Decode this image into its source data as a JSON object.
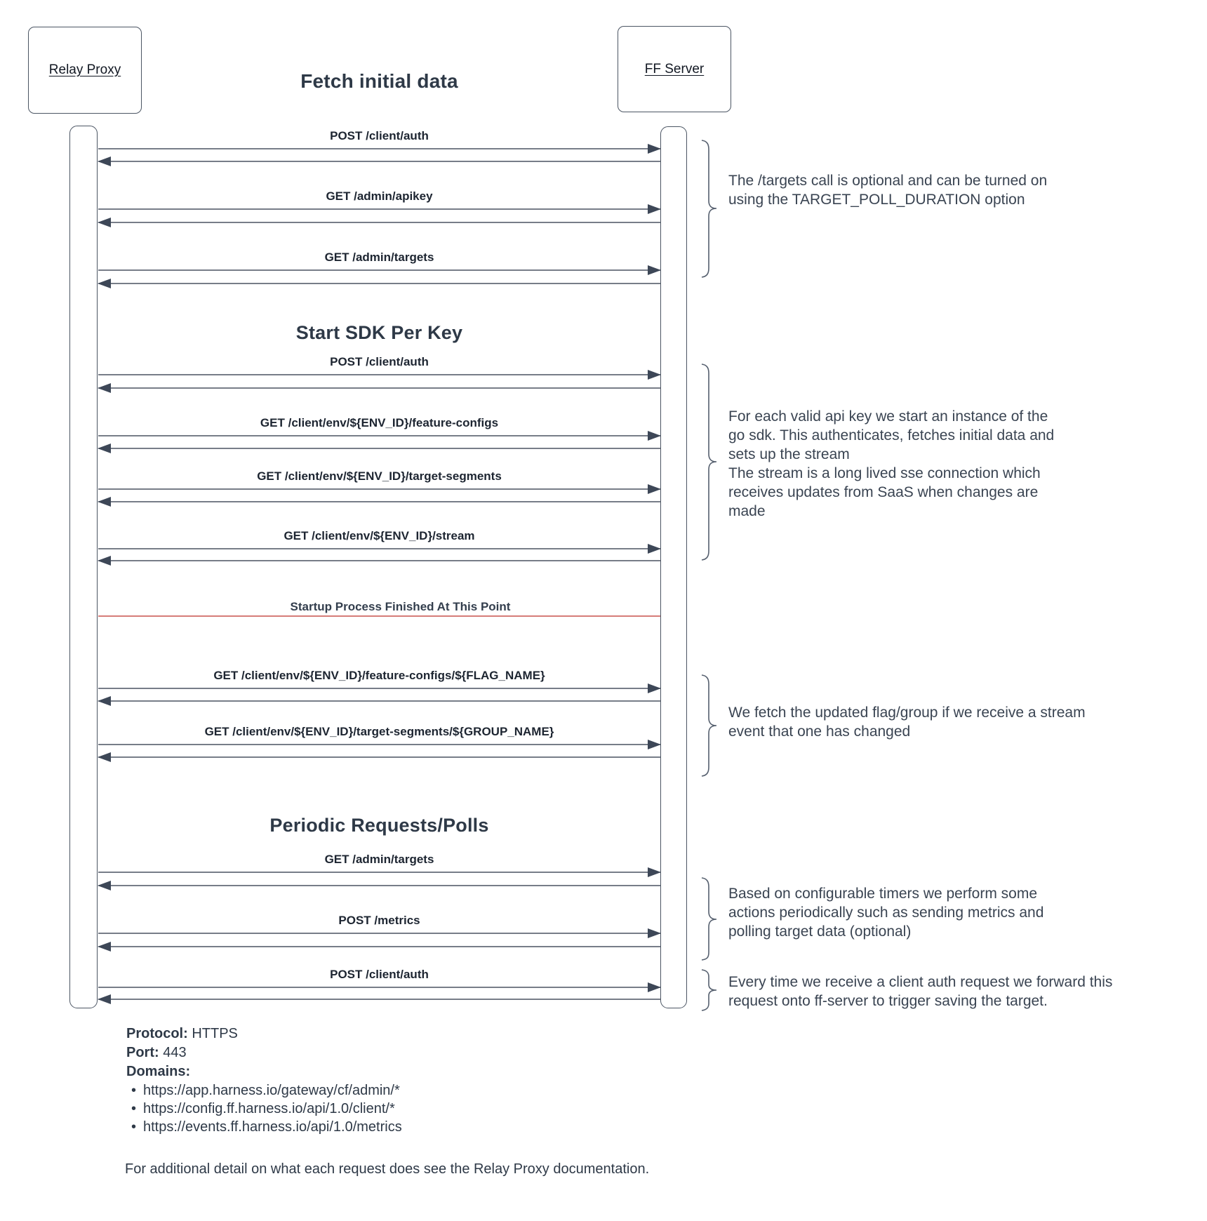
{
  "actors": {
    "left": "Relay Proxy",
    "right": "FF Server"
  },
  "sections": {
    "fetch_initial_data": "Fetch initial data",
    "start_sdk_per_key": "Start SDK Per Key",
    "periodic_requests": "Periodic Requests/Polls"
  },
  "divider": {
    "label": "Startup Process Finished At This Point",
    "color": "#c9504c"
  },
  "messages": [
    {
      "label": "POST /client/auth"
    },
    {
      "label": "GET /admin/apikey"
    },
    {
      "label": "GET /admin/targets"
    },
    {
      "label": "POST /client/auth"
    },
    {
      "label": "GET /client/env/${ENV_ID}/feature-configs"
    },
    {
      "label": "GET /client/env/${ENV_ID}/target-segments"
    },
    {
      "label": "GET /client/env/${ENV_ID}/stream"
    },
    {
      "label": "GET /client/env/${ENV_ID}/feature-configs/${FLAG_NAME}"
    },
    {
      "label": "GET /client/env/${ENV_ID}/target-segments/${GROUP_NAME}"
    },
    {
      "label": "GET /admin/targets"
    },
    {
      "label": "POST /metrics"
    },
    {
      "label": "POST /client/auth"
    }
  ],
  "annotations": [
    {
      "text": "The /targets call is optional and can be turned on using the TARGET_POLL_DURATION option"
    },
    {
      "text": "For each valid api key we start an instance of the go sdk. This authenticates, fetches initial data and sets up the stream",
      "text2": "The stream is a long lived sse connection which receives updates from SaaS when changes are made"
    },
    {
      "text": "We fetch the updated flag/group if we receive a stream event that one has changed"
    },
    {
      "text": "Based on configurable timers we perform some actions periodically such as sending metrics and polling target data (optional)"
    },
    {
      "text": "Every time we receive a client auth request we forward this request onto ff-server to trigger saving the target."
    }
  ],
  "footer": {
    "protocol_label": "Protocol:",
    "protocol_value": " HTTPS",
    "port_label": "Port:",
    "port_value": " 443",
    "domains_label": "Domains:",
    "domains": [
      "https://app.harness.io/gateway/cf/admin/*",
      "https://config.ff.harness.io/api/1.0/client/*",
      "https://events.ff.harness.io/api/1.0/metrics"
    ],
    "note": "For additional detail on what each request does see the Relay Proxy documentation."
  }
}
